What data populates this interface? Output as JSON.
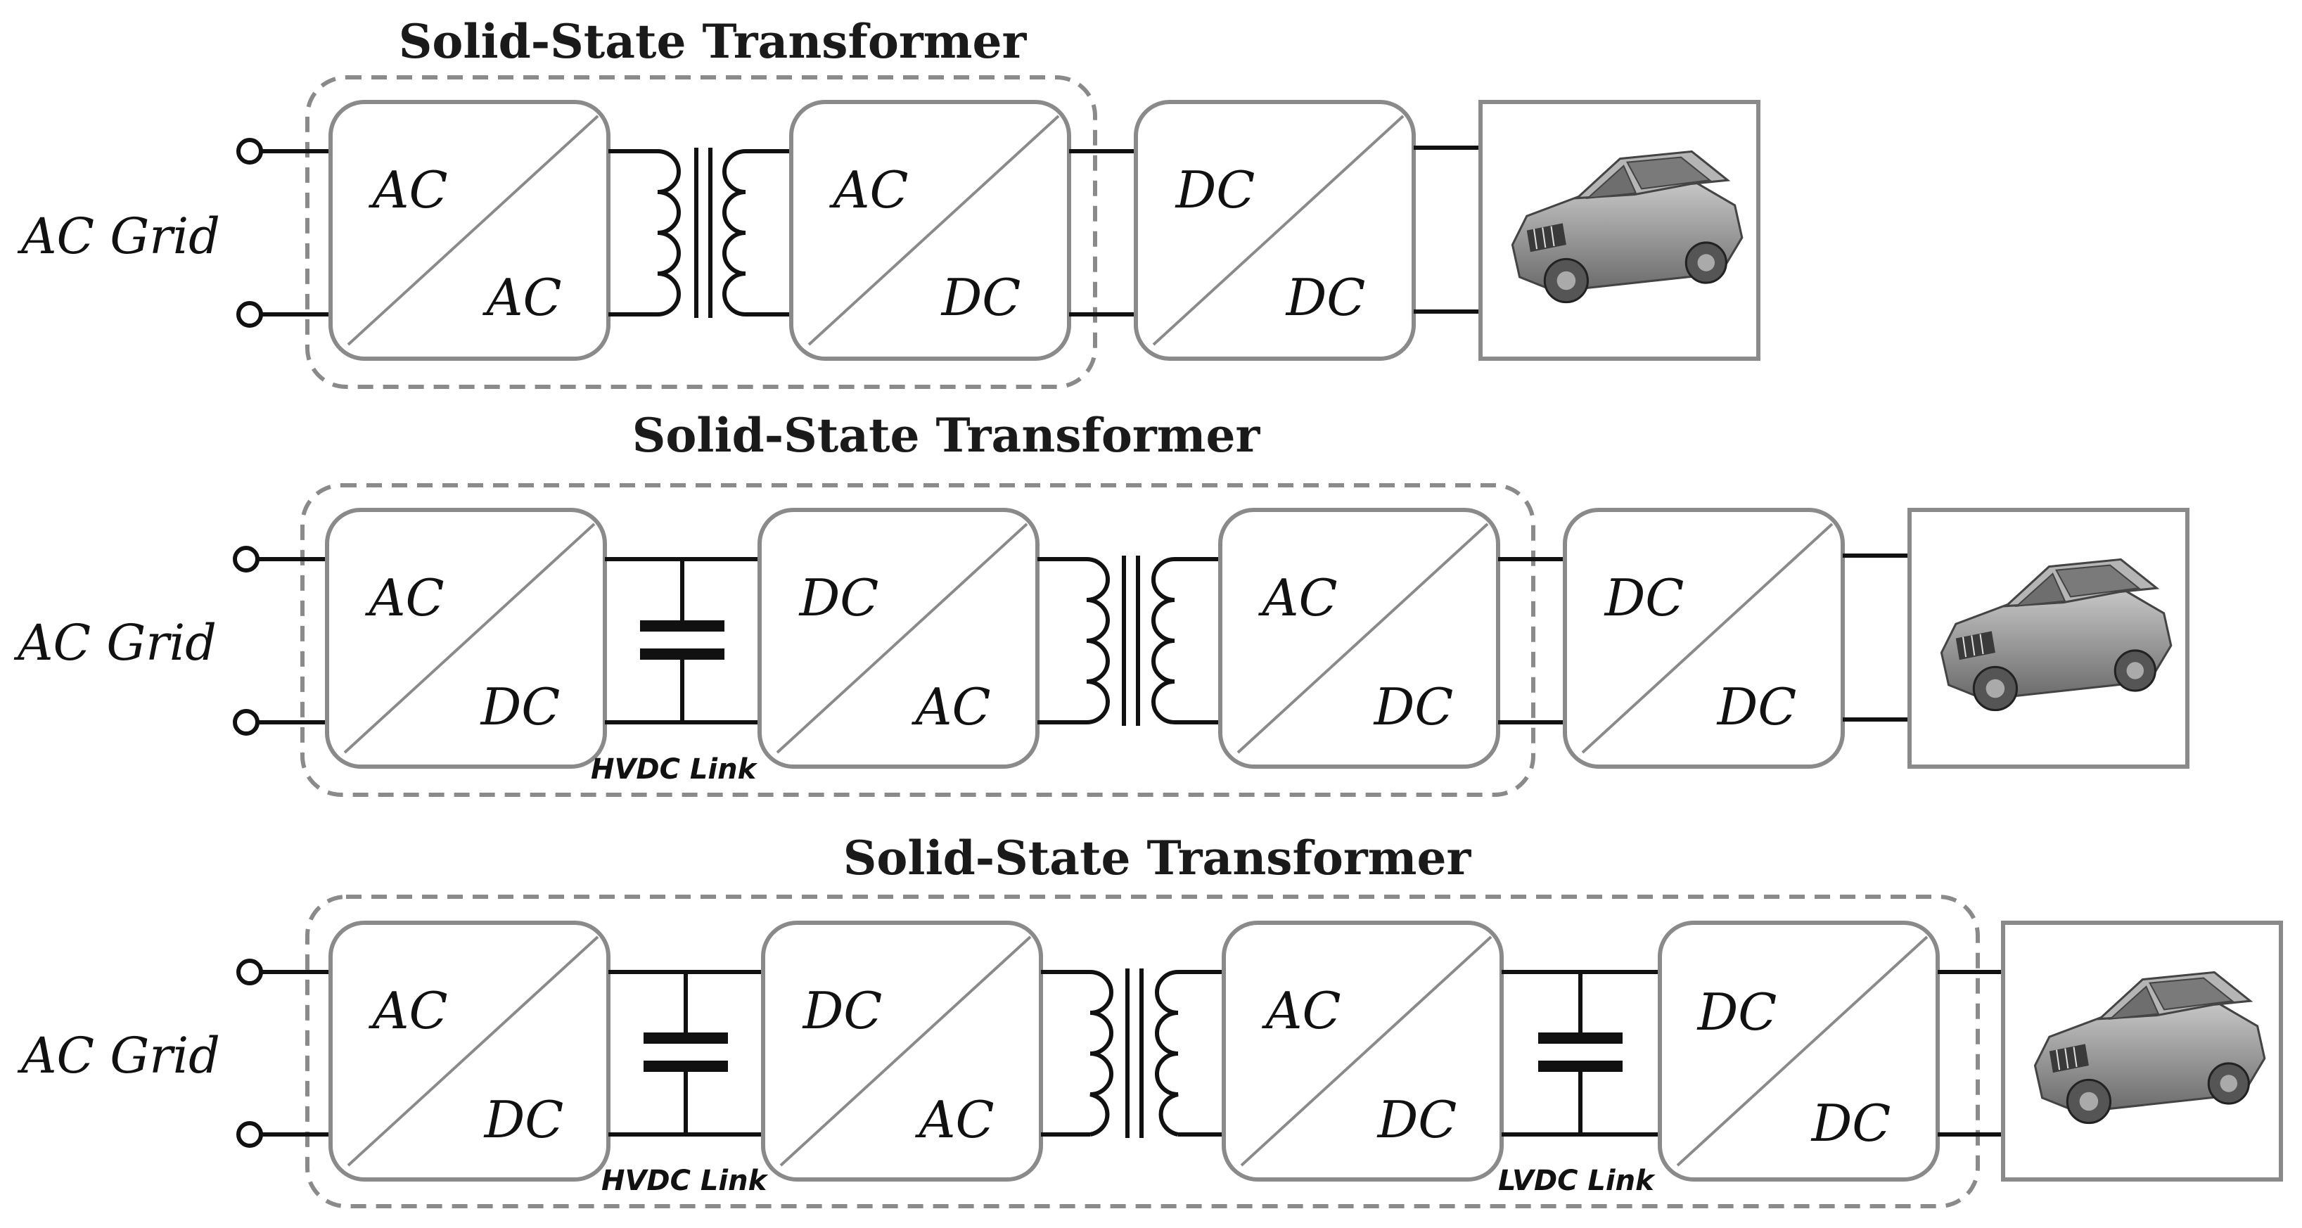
{
  "diagrams": [
    {
      "title": "Solid-State Transformer",
      "grid_label": "AC Grid",
      "converters": [
        {
          "in": "AC",
          "out": "AC"
        },
        {
          "in": "AC",
          "out": "DC"
        },
        {
          "in": "DC",
          "out": "DC"
        }
      ],
      "links": []
    },
    {
      "title": "Solid-State Transformer",
      "grid_label": "AC Grid",
      "converters": [
        {
          "in": "AC",
          "out": "DC"
        },
        {
          "in": "DC",
          "out": "AC"
        },
        {
          "in": "AC",
          "out": "DC"
        },
        {
          "in": "DC",
          "out": "DC"
        }
      ],
      "links": [
        "HVDC Link"
      ]
    },
    {
      "title": "Solid-State Transformer",
      "grid_label": "AC Grid",
      "converters": [
        {
          "in": "AC",
          "out": "DC"
        },
        {
          "in": "DC",
          "out": "AC"
        },
        {
          "in": "AC",
          "out": "DC"
        },
        {
          "in": "DC",
          "out": "DC"
        }
      ],
      "links": [
        "HVDC Link",
        "LVDC Link"
      ]
    }
  ],
  "icons": {
    "load": "car-icon",
    "transformer": "transformer-symbol",
    "capacitor": "capacitor-symbol"
  },
  "colors": {
    "box_stroke": "#8a8a8a",
    "wire": "#111111",
    "car_body": "#9a9a9a"
  }
}
